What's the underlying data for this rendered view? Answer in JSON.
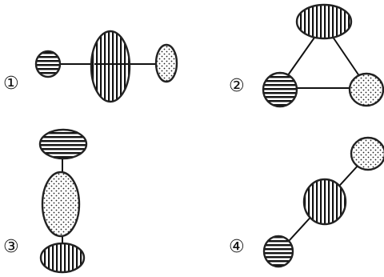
{
  "labels": {
    "m1": "①",
    "m2": "②",
    "m3": "③",
    "m4": "④"
  },
  "atom_fills": [
    "horizontal-stripes",
    "vertical-stripes",
    "dots"
  ],
  "colors": {
    "ink": "#111111",
    "background": "#ffffff"
  }
}
